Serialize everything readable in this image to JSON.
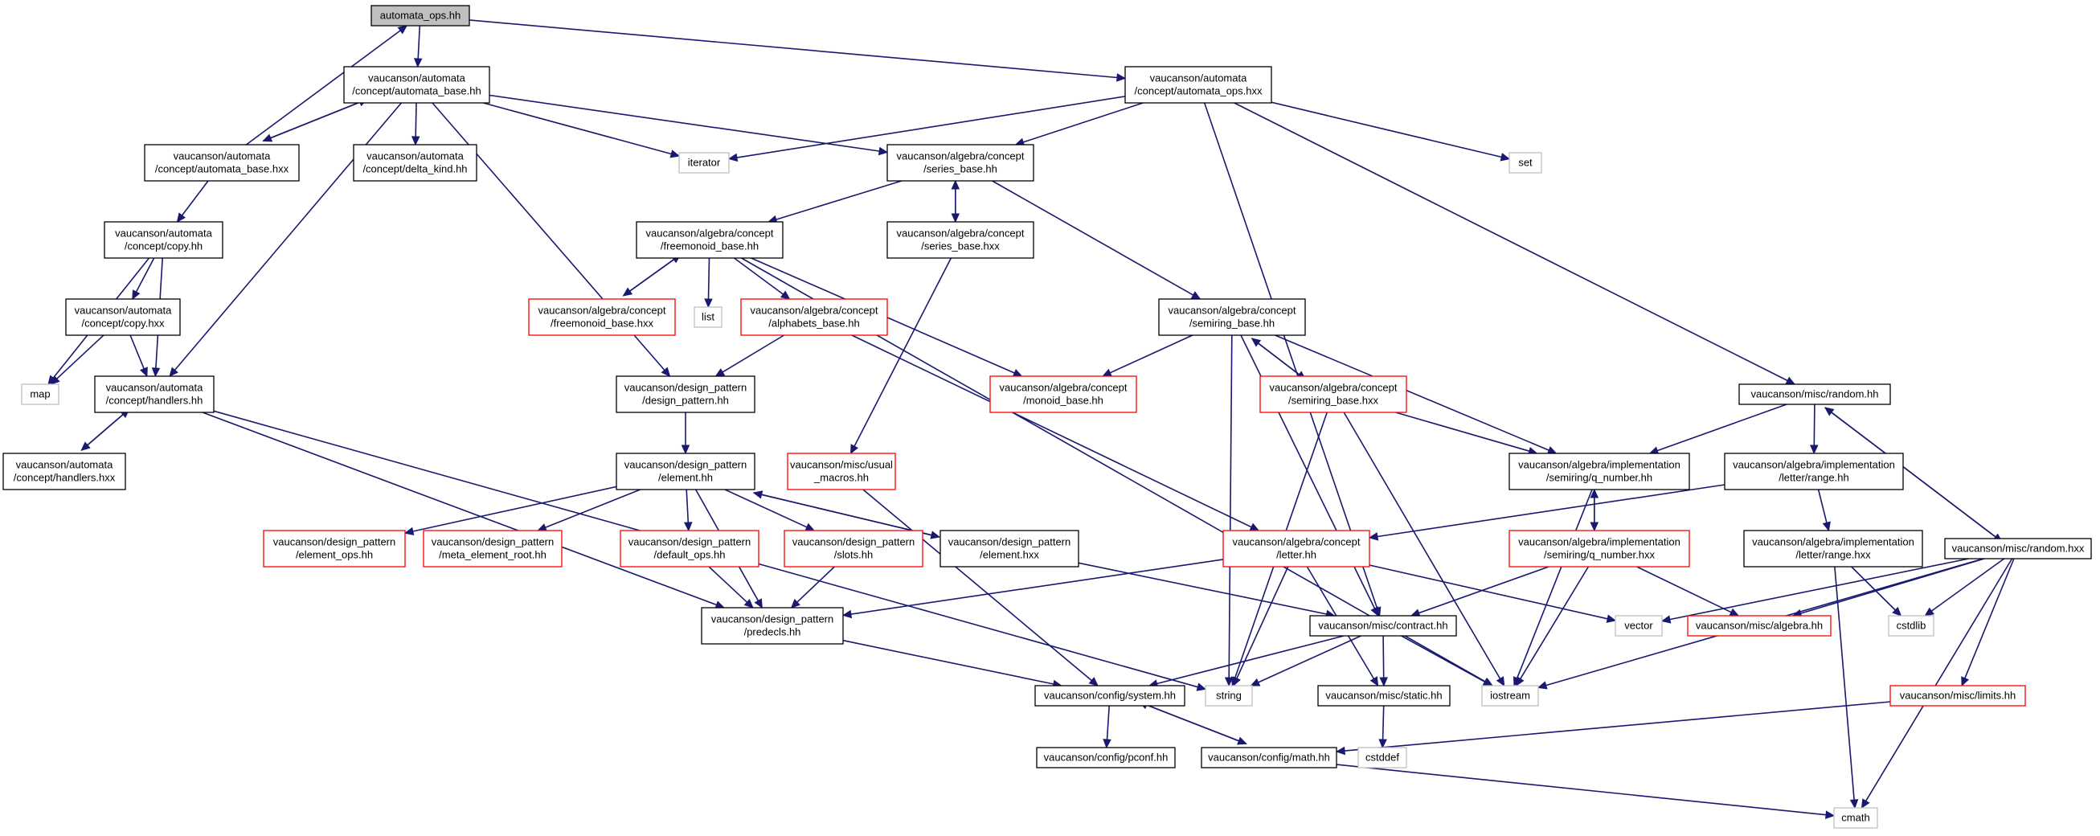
{
  "colors": {
    "edge": "#191970",
    "border_normal": "#000000",
    "border_missing": "#bfbfbf",
    "border_truncated": "#ff0000",
    "fill_root": "#bfbfbf",
    "fill_default": "#ffffff"
  },
  "nodes": [
    {
      "id": "automata_ops_hh",
      "kind": "root",
      "lines": [
        "automata_ops.hh"
      ]
    },
    {
      "id": "automata_base_hh",
      "kind": "normal",
      "lines": [
        "vaucanson/automata",
        "/concept/automata_base.hh"
      ]
    },
    {
      "id": "automata_ops_hxx",
      "kind": "normal",
      "lines": [
        "vaucanson/automata",
        "/concept/automata_ops.hxx"
      ]
    },
    {
      "id": "automata_base_hxx",
      "kind": "normal",
      "lines": [
        "vaucanson/automata",
        "/concept/automata_base.hxx"
      ]
    },
    {
      "id": "delta_kind_hh",
      "kind": "normal",
      "lines": [
        "vaucanson/automata",
        "/concept/delta_kind.hh"
      ]
    },
    {
      "id": "iterator",
      "kind": "missing",
      "lines": [
        "iterator"
      ]
    },
    {
      "id": "series_base_hh",
      "kind": "normal",
      "lines": [
        "vaucanson/algebra/concept",
        "/series_base.hh"
      ]
    },
    {
      "id": "set",
      "kind": "missing",
      "lines": [
        "set"
      ]
    },
    {
      "id": "copy_hh",
      "kind": "normal",
      "lines": [
        "vaucanson/automata",
        "/concept/copy.hh"
      ]
    },
    {
      "id": "freemonoid_base_hh",
      "kind": "normal",
      "lines": [
        "vaucanson/algebra/concept",
        "/freemonoid_base.hh"
      ]
    },
    {
      "id": "series_base_hxx",
      "kind": "normal",
      "lines": [
        "vaucanson/algebra/concept",
        "/series_base.hxx"
      ]
    },
    {
      "id": "copy_hxx",
      "kind": "normal",
      "lines": [
        "vaucanson/automata",
        "/concept/copy.hxx"
      ]
    },
    {
      "id": "freemonoid_base_hxx",
      "kind": "truncated",
      "lines": [
        "vaucanson/algebra/concept",
        "/freemonoid_base.hxx"
      ]
    },
    {
      "id": "list",
      "kind": "missing",
      "lines": [
        "list"
      ]
    },
    {
      "id": "alphabets_base_hh",
      "kind": "truncated",
      "lines": [
        "vaucanson/algebra/concept",
        "/alphabets_base.hh"
      ]
    },
    {
      "id": "semiring_base_hh",
      "kind": "normal",
      "lines": [
        "vaucanson/algebra/concept",
        "/semiring_base.hh"
      ]
    },
    {
      "id": "map",
      "kind": "missing",
      "lines": [
        "map"
      ]
    },
    {
      "id": "handlers_hh",
      "kind": "normal",
      "lines": [
        "vaucanson/automata",
        "/concept/handlers.hh"
      ]
    },
    {
      "id": "design_pattern_hh",
      "kind": "normal",
      "lines": [
        "vaucanson/design_pattern",
        "/design_pattern.hh"
      ]
    },
    {
      "id": "monoid_base_hh",
      "kind": "truncated",
      "lines": [
        "vaucanson/algebra/concept",
        "/monoid_base.hh"
      ]
    },
    {
      "id": "semiring_base_hxx",
      "kind": "truncated",
      "lines": [
        "vaucanson/algebra/concept",
        "/semiring_base.hxx"
      ]
    },
    {
      "id": "random_hh",
      "kind": "normal",
      "lines": [
        "vaucanson/misc/random.hh"
      ]
    },
    {
      "id": "handlers_hxx",
      "kind": "normal",
      "lines": [
        "vaucanson/automata",
        "/concept/handlers.hxx"
      ]
    },
    {
      "id": "element_hh",
      "kind": "normal",
      "lines": [
        "vaucanson/design_pattern",
        "/element.hh"
      ]
    },
    {
      "id": "usual_macros_hh",
      "kind": "truncated",
      "lines": [
        "vaucanson/misc/usual",
        "_macros.hh"
      ]
    },
    {
      "id": "q_number_hh",
      "kind": "normal",
      "lines": [
        "vaucanson/algebra/implementation",
        "/semiring/q_number.hh"
      ]
    },
    {
      "id": "letter_range_hh",
      "kind": "normal",
      "lines": [
        "vaucanson/algebra/implementation",
        "/letter/range.hh"
      ]
    },
    {
      "id": "element_ops_hh",
      "kind": "truncated",
      "lines": [
        "vaucanson/design_pattern",
        "/element_ops.hh"
      ]
    },
    {
      "id": "meta_element_root_hh",
      "kind": "truncated",
      "lines": [
        "vaucanson/design_pattern",
        "/meta_element_root.hh"
      ]
    },
    {
      "id": "default_ops_hh",
      "kind": "truncated",
      "lines": [
        "vaucanson/design_pattern",
        "/default_ops.hh"
      ]
    },
    {
      "id": "slots_hh",
      "kind": "truncated",
      "lines": [
        "vaucanson/design_pattern",
        "/slots.hh"
      ]
    },
    {
      "id": "element_hxx",
      "kind": "normal",
      "lines": [
        "vaucanson/design_pattern",
        "/element.hxx"
      ]
    },
    {
      "id": "letter_hh",
      "kind": "truncated",
      "lines": [
        "vaucanson/algebra/concept",
        "/letter.hh"
      ]
    },
    {
      "id": "q_number_hxx",
      "kind": "truncated",
      "lines": [
        "vaucanson/algebra/implementation",
        "/semiring/q_number.hxx"
      ]
    },
    {
      "id": "letter_range_hxx",
      "kind": "normal",
      "lines": [
        "vaucanson/algebra/implementation",
        "/letter/range.hxx"
      ]
    },
    {
      "id": "random_hxx",
      "kind": "normal",
      "lines": [
        "vaucanson/misc/random.hxx"
      ]
    },
    {
      "id": "predecls_hh",
      "kind": "normal",
      "lines": [
        "vaucanson/design_pattern",
        "/predecls.hh"
      ]
    },
    {
      "id": "contract_hh",
      "kind": "normal",
      "lines": [
        "vaucanson/misc/contract.hh"
      ]
    },
    {
      "id": "vector",
      "kind": "missing",
      "lines": [
        "vector"
      ]
    },
    {
      "id": "algebra_hh",
      "kind": "truncated",
      "lines": [
        "vaucanson/misc/algebra.hh"
      ]
    },
    {
      "id": "cstdlib",
      "kind": "missing",
      "lines": [
        "cstdlib"
      ]
    },
    {
      "id": "system_hh",
      "kind": "normal",
      "lines": [
        "vaucanson/config/system.hh"
      ]
    },
    {
      "id": "string",
      "kind": "missing",
      "lines": [
        "string"
      ]
    },
    {
      "id": "static_hh",
      "kind": "normal",
      "lines": [
        "vaucanson/misc/static.hh"
      ]
    },
    {
      "id": "iostream",
      "kind": "missing",
      "lines": [
        "iostream"
      ]
    },
    {
      "id": "limits_hh",
      "kind": "truncated",
      "lines": [
        "vaucanson/misc/limits.hh"
      ]
    },
    {
      "id": "pconf_hh",
      "kind": "normal",
      "lines": [
        "vaucanson/config/pconf.hh"
      ]
    },
    {
      "id": "math_hh",
      "kind": "normal",
      "lines": [
        "vaucanson/config/math.hh"
      ]
    },
    {
      "id": "cstddef",
      "kind": "missing",
      "lines": [
        "cstddef"
      ]
    },
    {
      "id": "cmath",
      "kind": "missing",
      "lines": [
        "cmath"
      ]
    }
  ],
  "edges": [
    [
      "automata_ops_hh",
      "automata_base_hh"
    ],
    [
      "automata_ops_hh",
      "automata_ops_hxx"
    ],
    [
      "automata_base_hh",
      "automata_base_hxx"
    ],
    [
      "automata_base_hh",
      "delta_kind_hh"
    ],
    [
      "automata_base_hh",
      "iterator"
    ],
    [
      "automata_base_hh",
      "series_base_hh"
    ],
    [
      "automata_base_hh",
      "handlers_hh"
    ],
    [
      "automata_base_hh",
      "design_pattern_hh"
    ],
    [
      "automata_base_hxx",
      "automata_ops_hh"
    ],
    [
      "automata_base_hxx",
      "automata_base_hh"
    ],
    [
      "automata_base_hxx",
      "copy_hh"
    ],
    [
      "automata_ops_hxx",
      "iterator"
    ],
    [
      "automata_ops_hxx",
      "series_base_hh"
    ],
    [
      "automata_ops_hxx",
      "set"
    ],
    [
      "automata_ops_hxx",
      "random_hh"
    ],
    [
      "automata_ops_hxx",
      "contract_hh"
    ],
    [
      "copy_hh",
      "copy_hxx"
    ],
    [
      "copy_hh",
      "map"
    ],
    [
      "copy_hh",
      "handlers_hh"
    ],
    [
      "copy_hxx",
      "map"
    ],
    [
      "copy_hxx",
      "handlers_hh"
    ],
    [
      "handlers_hh",
      "handlers_hxx"
    ],
    [
      "handlers_hh",
      "predecls_hh"
    ],
    [
      "handlers_hh",
      "string"
    ],
    [
      "handlers_hxx",
      "handlers_hh"
    ],
    [
      "series_base_hh",
      "freemonoid_base_hh"
    ],
    [
      "series_base_hh",
      "series_base_hxx"
    ],
    [
      "series_base_hh",
      "semiring_base_hh"
    ],
    [
      "series_base_hxx",
      "series_base_hh"
    ],
    [
      "series_base_hxx",
      "usual_macros_hh"
    ],
    [
      "freemonoid_base_hh",
      "freemonoid_base_hxx"
    ],
    [
      "freemonoid_base_hh",
      "list"
    ],
    [
      "freemonoid_base_hh",
      "alphabets_base_hh"
    ],
    [
      "freemonoid_base_hh",
      "monoid_base_hh"
    ],
    [
      "freemonoid_base_hh",
      "iostream"
    ],
    [
      "freemonoid_base_hxx",
      "freemonoid_base_hh"
    ],
    [
      "alphabets_base_hh",
      "design_pattern_hh"
    ],
    [
      "alphabets_base_hh",
      "letter_hh"
    ],
    [
      "design_pattern_hh",
      "element_hh"
    ],
    [
      "element_hh",
      "element_ops_hh"
    ],
    [
      "element_hh",
      "meta_element_root_hh"
    ],
    [
      "element_hh",
      "default_ops_hh"
    ],
    [
      "element_hh",
      "slots_hh"
    ],
    [
      "element_hh",
      "element_hxx"
    ],
    [
      "element_hh",
      "predecls_hh"
    ],
    [
      "element_hxx",
      "element_hh"
    ],
    [
      "element_hxx",
      "contract_hh"
    ],
    [
      "default_ops_hh",
      "predecls_hh"
    ],
    [
      "slots_hh",
      "predecls_hh"
    ],
    [
      "predecls_hh",
      "system_hh"
    ],
    [
      "usual_macros_hh",
      "system_hh"
    ],
    [
      "semiring_base_hh",
      "monoid_base_hh"
    ],
    [
      "semiring_base_hh",
      "semiring_base_hxx"
    ],
    [
      "semiring_base_hh",
      "q_number_hh"
    ],
    [
      "semiring_base_hh",
      "string"
    ],
    [
      "semiring_base_hh",
      "contract_hh"
    ],
    [
      "semiring_base_hxx",
      "semiring_base_hh"
    ],
    [
      "semiring_base_hxx",
      "q_number_hh"
    ],
    [
      "semiring_base_hxx",
      "string"
    ],
    [
      "semiring_base_hxx",
      "iostream"
    ],
    [
      "random_hh",
      "q_number_hh"
    ],
    [
      "random_hh",
      "letter_range_hh"
    ],
    [
      "random_hh",
      "random_hxx"
    ],
    [
      "random_hxx",
      "random_hh"
    ],
    [
      "random_hxx",
      "vector"
    ],
    [
      "random_hxx",
      "algebra_hh"
    ],
    [
      "random_hxx",
      "cstdlib"
    ],
    [
      "random_hxx",
      "iostream"
    ],
    [
      "random_hxx",
      "limits_hh"
    ],
    [
      "random_hxx",
      "cmath"
    ],
    [
      "q_number_hh",
      "q_number_hxx"
    ],
    [
      "q_number_hh",
      "iostream"
    ],
    [
      "q_number_hxx",
      "q_number_hh"
    ],
    [
      "q_number_hxx",
      "contract_hh"
    ],
    [
      "q_number_hxx",
      "algebra_hh"
    ],
    [
      "q_number_hxx",
      "iostream"
    ],
    [
      "letter_range_hh",
      "letter_hh"
    ],
    [
      "letter_range_hh",
      "letter_range_hxx"
    ],
    [
      "letter_range_hxx",
      "cstdlib"
    ],
    [
      "letter_range_hxx",
      "cmath"
    ],
    [
      "letter_hh",
      "predecls_hh"
    ],
    [
      "letter_hh",
      "string"
    ],
    [
      "letter_hh",
      "static_hh"
    ],
    [
      "letter_hh",
      "vector"
    ],
    [
      "contract_hh",
      "system_hh"
    ],
    [
      "contract_hh",
      "string"
    ],
    [
      "contract_hh",
      "static_hh"
    ],
    [
      "contract_hh",
      "iostream"
    ],
    [
      "static_hh",
      "cstddef"
    ],
    [
      "system_hh",
      "pconf_hh"
    ],
    [
      "system_hh",
      "math_hh"
    ],
    [
      "math_hh",
      "system_hh"
    ],
    [
      "math_hh",
      "cmath"
    ],
    [
      "limits_hh",
      "math_hh"
    ]
  ]
}
